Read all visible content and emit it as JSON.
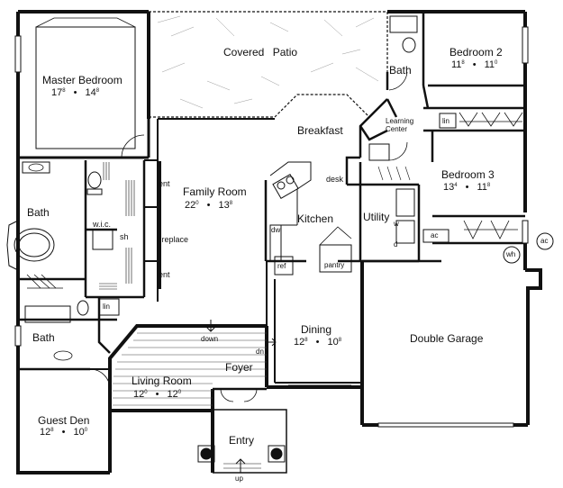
{
  "rooms": {
    "covered_patio": "Covered Patio",
    "master_bedroom": {
      "name": "Master Bedroom",
      "w_ft": "17",
      "w_in": "8",
      "l_ft": "14",
      "l_in": "8"
    },
    "bath_upper": "Bath",
    "bedroom2": {
      "name": "Bedroom 2",
      "w_ft": "11",
      "w_in": "8",
      "l_ft": "11",
      "l_in": "0"
    },
    "learning_center": "Learning\nCenter",
    "breakfast": "Breakfast",
    "family_room": {
      "name": "Family Room",
      "w_ft": "22",
      "w_in": "0",
      "l_ft": "13",
      "l_in": "8"
    },
    "bedroom3": {
      "name": "Bedroom 3",
      "w_ft": "13",
      "w_in": "4",
      "l_ft": "11",
      "l_in": "8"
    },
    "master_bath": "Bath",
    "wic": "w.i.c.",
    "sh": "sh",
    "fireplace": "fireplace",
    "ent_top": "ent",
    "ent_bottom": "ent",
    "desk": "desk",
    "kitchen": "Kitchen",
    "utility": "Utility",
    "dw": "dw",
    "ref": "ref",
    "pantry": "pantry",
    "w": "w",
    "d": "d",
    "ac_left": "ac",
    "ac_right": "ac",
    "wh": "wh",
    "lin_master": "lin",
    "lin_bed2": "lin",
    "down": "down",
    "dn": "dn",
    "dining": {
      "name": "Dining",
      "w_ft": "12",
      "w_in": "8",
      "l_ft": "10",
      "l_in": "8"
    },
    "double_garage": "Double Garage",
    "bath_lower": "Bath",
    "foyer": "Foyer",
    "living_room": {
      "name": "Living Room",
      "w_ft": "12",
      "w_in": "0",
      "l_ft": "12",
      "l_in": "0"
    },
    "guest_den": {
      "name": "Guest Den",
      "w_ft": "12",
      "w_in": "8",
      "l_ft": "10",
      "l_in": "0"
    },
    "entry": "Entry",
    "up": "up"
  }
}
